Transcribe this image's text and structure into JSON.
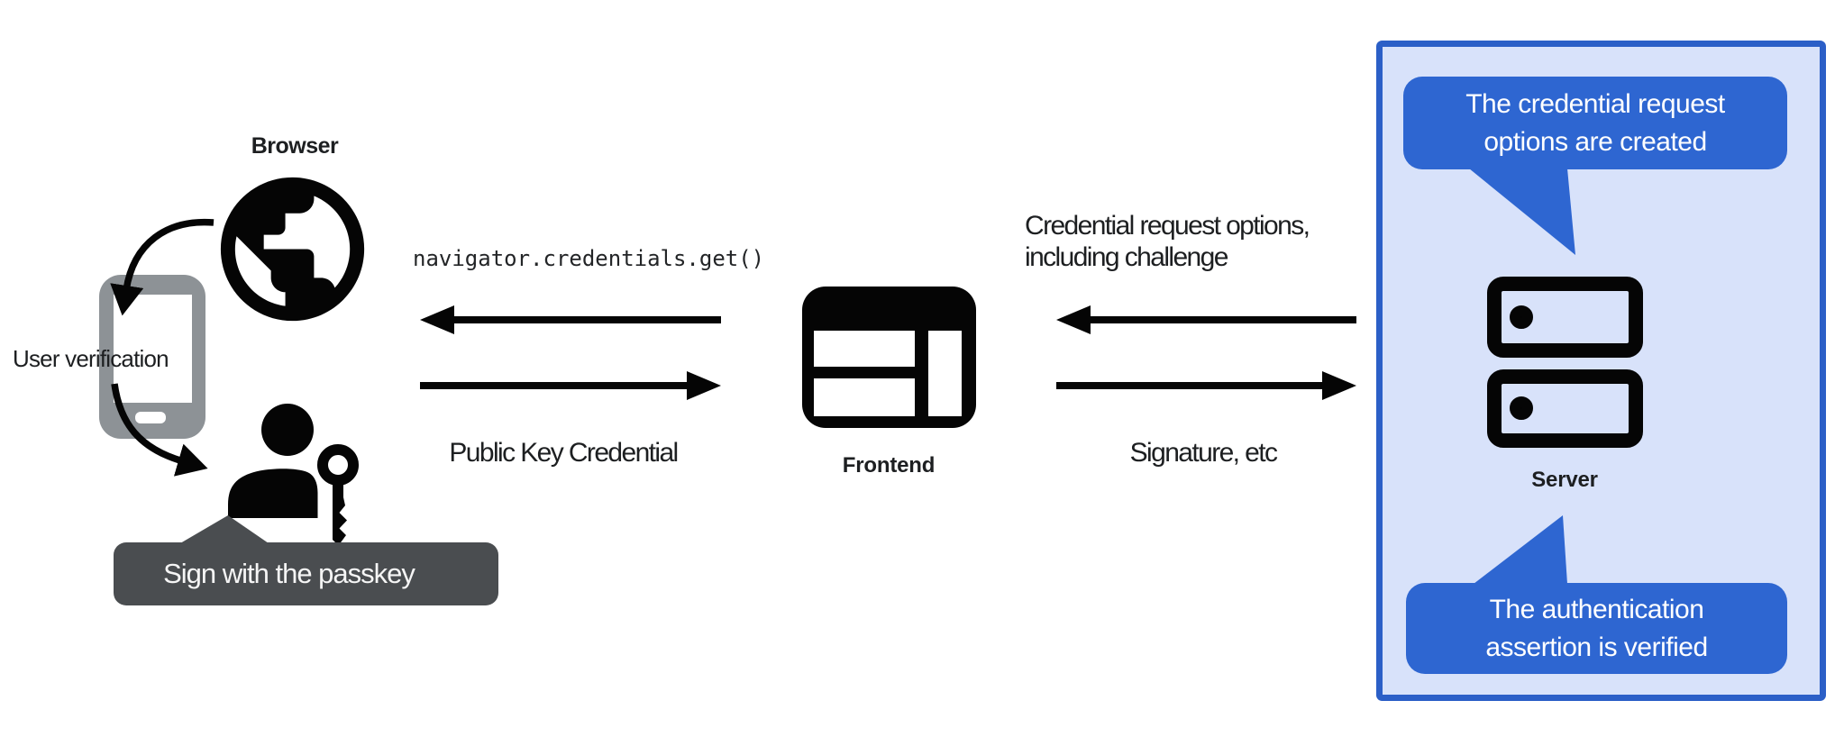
{
  "nodes": {
    "browser": {
      "label": "Browser"
    },
    "authenticator": {
      "user_verification_label": "User verification",
      "passkey_tooltip": "Sign with the passkey"
    },
    "frontend": {
      "label": "Frontend"
    },
    "server": {
      "label": "Server"
    }
  },
  "messages": {
    "frontend_to_browser": "navigator.credentials.get()",
    "browser_to_frontend": "Public Key Credential",
    "server_to_frontend_line1": "Credential request options,",
    "server_to_frontend_line2": "including challenge",
    "frontend_to_server": "Signature, etc"
  },
  "server_panel": {
    "top_bubble": {
      "line1": "The credential request",
      "line2": "options are created"
    },
    "bottom_bubble": {
      "line1": "The authentication",
      "line2": "assertion is verified"
    }
  },
  "colors": {
    "accent_blue": "#2e66d1",
    "panel_border_blue": "#2b5fc7",
    "panel_bg_blue": "#d8e2fa",
    "tooltip_gray": "#4a4d50",
    "phone_gray": "#8d9296",
    "icon_black": "#050505",
    "text_dark": "#1d1f21",
    "text_light": "#ffffff"
  }
}
